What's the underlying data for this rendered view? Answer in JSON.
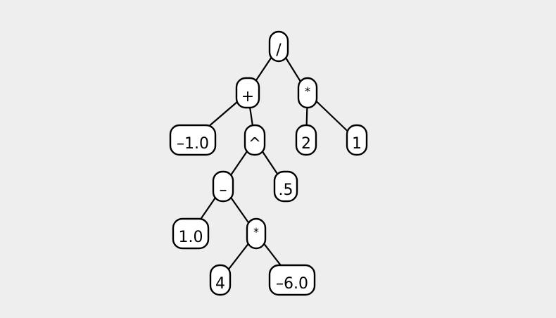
{
  "tree": {
    "nodes": [
      {
        "id": "root-div",
        "label": "/"
      },
      {
        "id": "plus",
        "label": "+"
      },
      {
        "id": "mul-top",
        "label": "*"
      },
      {
        "id": "neg-one",
        "label": "–1.0"
      },
      {
        "id": "pow",
        "label": "^"
      },
      {
        "id": "two",
        "label": "2"
      },
      {
        "id": "one",
        "label": "1"
      },
      {
        "id": "minus",
        "label": "–"
      },
      {
        "id": "half",
        "label": ".5"
      },
      {
        "id": "one-point-zero",
        "label": "1.0"
      },
      {
        "id": "mul-inner",
        "label": "*"
      },
      {
        "id": "four",
        "label": "4"
      },
      {
        "id": "neg-six",
        "label": "–6.0"
      }
    ],
    "edges": [
      [
        "root-div",
        "plus"
      ],
      [
        "root-div",
        "mul-top"
      ],
      [
        "plus",
        "neg-one"
      ],
      [
        "plus",
        "pow"
      ],
      [
        "mul-top",
        "two"
      ],
      [
        "mul-top",
        "one"
      ],
      [
        "pow",
        "minus"
      ],
      [
        "pow",
        "half"
      ],
      [
        "minus",
        "one-point-zero"
      ],
      [
        "minus",
        "mul-inner"
      ],
      [
        "mul-inner",
        "four"
      ],
      [
        "mul-inner",
        "neg-six"
      ]
    ]
  }
}
